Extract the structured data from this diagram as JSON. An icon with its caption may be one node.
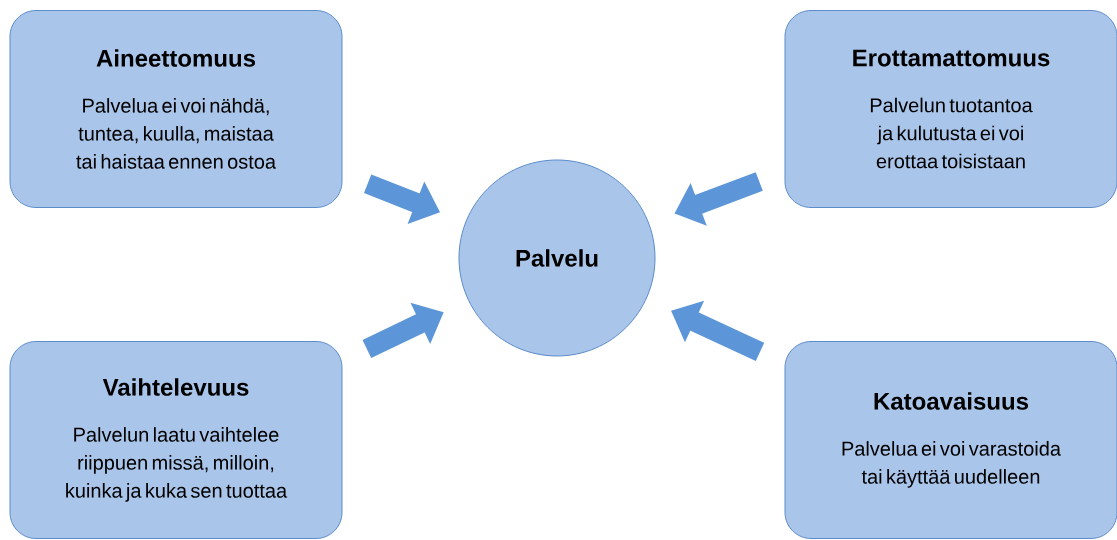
{
  "diagram": {
    "nodes": [
      {
        "text": [
          "Aineettomuus",
          "Palvelua ei voi nähdä, tuntea, kuulla, maistaa tai haistaa ennen ostoa"
        ]
      },
      {
        "text": [
          "Erottamattomuus",
          "Palvelun tuotantoa ja kulutusta ei voi erottaa toisistaan"
        ]
      },
      {
        "text": [
          "Palvelu"
        ]
      },
      {
        "text": [
          "Vaihtelevuus",
          "Palvelun laatu vaihtelee riippuen missä, milloin, kuinka ja kuka sen tuottaa"
        ]
      },
      {
        "text": [
          "Katoavaisuus",
          "Palvelua ei voi varastoida tai käyttää uudelleen"
        ]
      }
    ],
    "edges": [
      {
        "from": 0,
        "to": 2,
        "arrow": "to"
      },
      {
        "from": 1,
        "to": 2,
        "arrow": "to"
      },
      {
        "from": 3,
        "to": 2,
        "arrow": "to"
      },
      {
        "from": 4,
        "to": 2,
        "arrow": "to"
      }
    ]
  }
}
